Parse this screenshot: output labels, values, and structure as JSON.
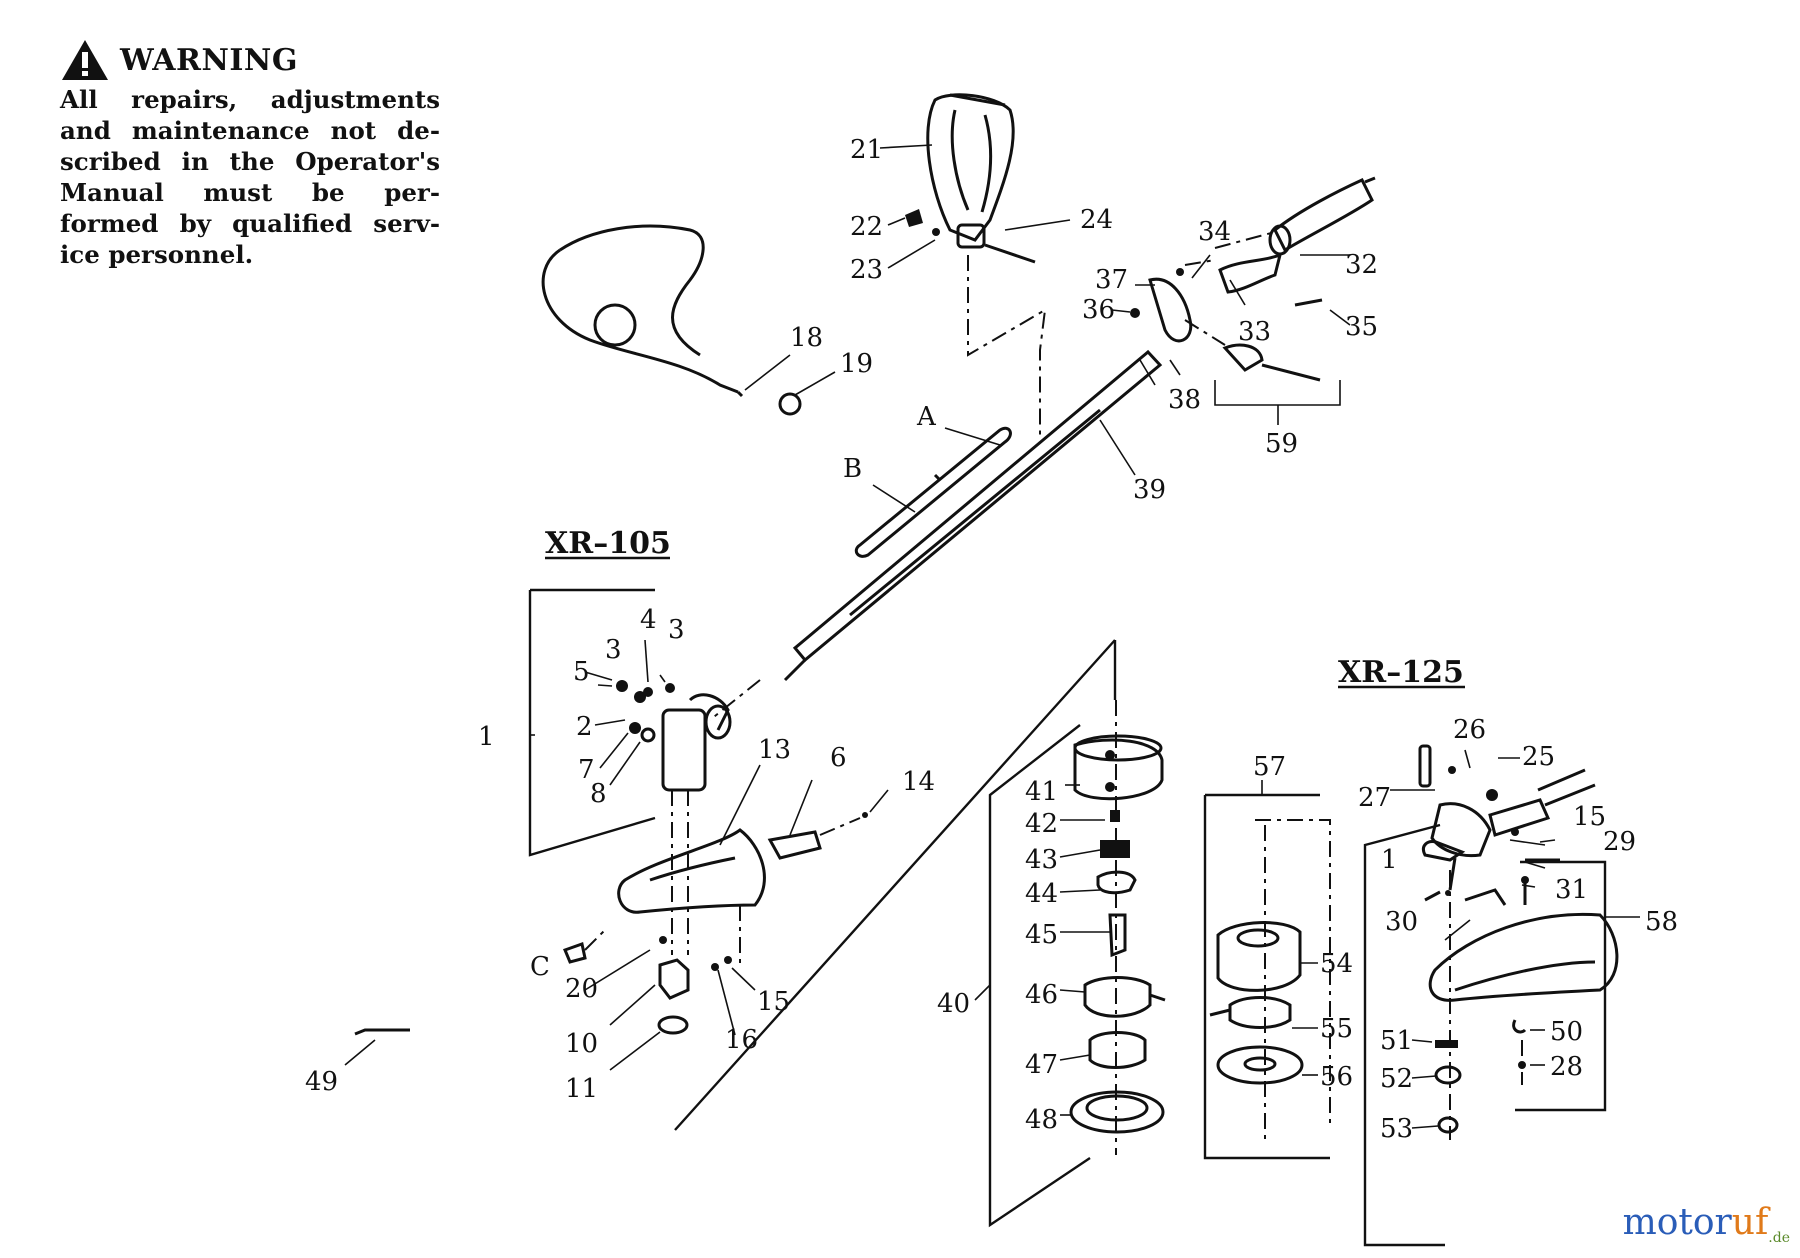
{
  "warning": {
    "title": "WARNING",
    "lines": [
      "All repairs, adjustments",
      "and maintenance not de-",
      "scribed in the Operator's",
      "Manual must be per-",
      "formed by qualified serv-",
      "ice personnel."
    ]
  },
  "models": {
    "xr105": "XR–105",
    "xr125": "XR–125"
  },
  "parts": {
    "p1a": "1",
    "p1b": "1",
    "p2": "2",
    "p3a": "3",
    "p3b": "3",
    "p4": "4",
    "p5": "5",
    "p6": "6",
    "p7": "7",
    "p8": "8",
    "p10": "10",
    "p11": "11",
    "p13": "13",
    "p14": "14",
    "p15a": "15",
    "p15b": "15",
    "p16": "16",
    "p18": "18",
    "p19": "19",
    "p20": "20",
    "p21": "21",
    "p22": "22",
    "p23": "23",
    "p24": "24",
    "p25": "25",
    "p26": "26",
    "p27": "27",
    "p28": "28",
    "p29": "29",
    "p30": "30",
    "p31": "31",
    "p32": "32",
    "p33": "33",
    "p34": "34",
    "p35": "35",
    "p36": "36",
    "p37": "37",
    "p38": "38",
    "p39": "39",
    "p40": "40",
    "p41": "41",
    "p42": "42",
    "p43": "43",
    "p44": "44",
    "p45": "45",
    "p46": "46",
    "p47": "47",
    "p48": "48",
    "p49": "49",
    "p50": "50",
    "p51": "51",
    "p52": "52",
    "p53": "53",
    "p54": "54",
    "p55": "55",
    "p56": "56",
    "p57": "57",
    "p58": "58",
    "p59": "59",
    "pA": "A",
    "pB": "B",
    "pC": "C"
  },
  "watermark": {
    "brand_a": "motor",
    "brand_b": "uf",
    "tld": ".de"
  }
}
